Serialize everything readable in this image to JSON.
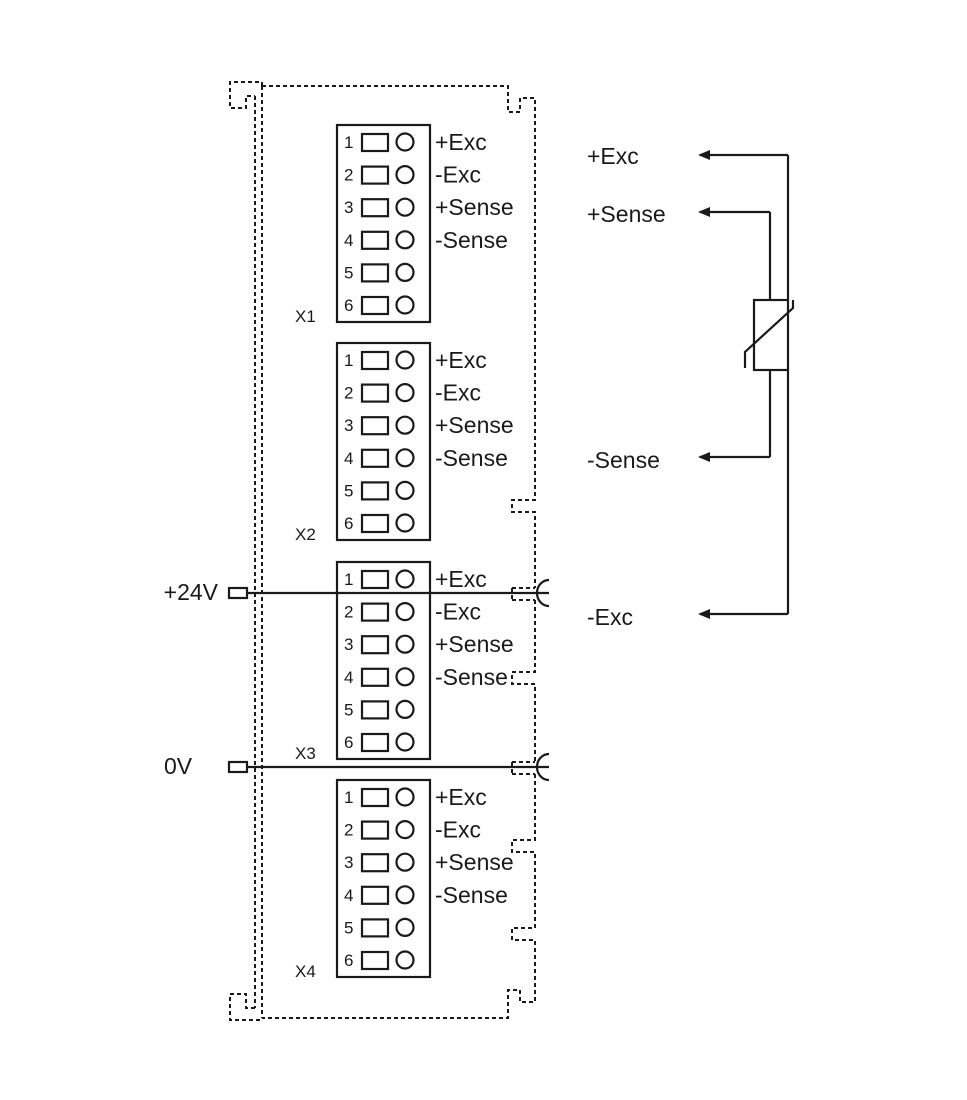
{
  "connectors": [
    {
      "name": "X1",
      "pins": [
        "1",
        "2",
        "3",
        "4",
        "5",
        "6"
      ],
      "signals": [
        "+Exc",
        "-Exc",
        "+Sense",
        "-Sense"
      ]
    },
    {
      "name": "X2",
      "pins": [
        "1",
        "2",
        "3",
        "4",
        "5",
        "6"
      ],
      "signals": [
        "+Exc",
        "-Exc",
        "+Sense",
        "-Sense"
      ]
    },
    {
      "name": "X3",
      "pins": [
        "1",
        "2",
        "3",
        "4",
        "5",
        "6"
      ],
      "signals": [
        "+Exc",
        "-Exc",
        "+Sense",
        "-Sense"
      ]
    },
    {
      "name": "X4",
      "pins": [
        "1",
        "2",
        "3",
        "4",
        "5",
        "6"
      ],
      "signals": [
        "+Exc",
        "-Exc",
        "+Sense",
        "-Sense"
      ]
    }
  ],
  "supply": {
    "positive": "+24V",
    "ground": "0V"
  },
  "sensor": {
    "labels": [
      "+Exc",
      "+Sense",
      "-Sense",
      "-Exc"
    ]
  }
}
